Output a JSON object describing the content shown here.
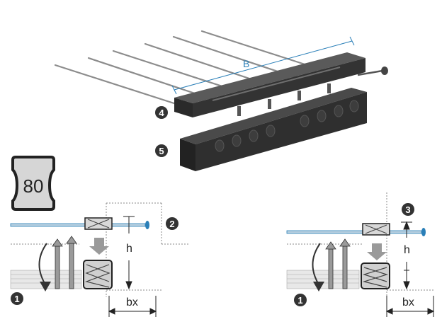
{
  "labels": {
    "dimension_b": "B",
    "marker_4": "4",
    "marker_5": "5",
    "badge": "80",
    "marker_2": "2",
    "marker_3": "3",
    "marker_1_left": "1",
    "marker_1_right": "1",
    "h_left": "h",
    "h_right": "h",
    "bx_left": "bx",
    "bx_right": "bx"
  },
  "colors": {
    "accent_blue": "#2a7fb8",
    "bar_dark": "#3a3a3a",
    "arrow_gray": "#9a9a9a",
    "marker_dark": "#333333"
  }
}
